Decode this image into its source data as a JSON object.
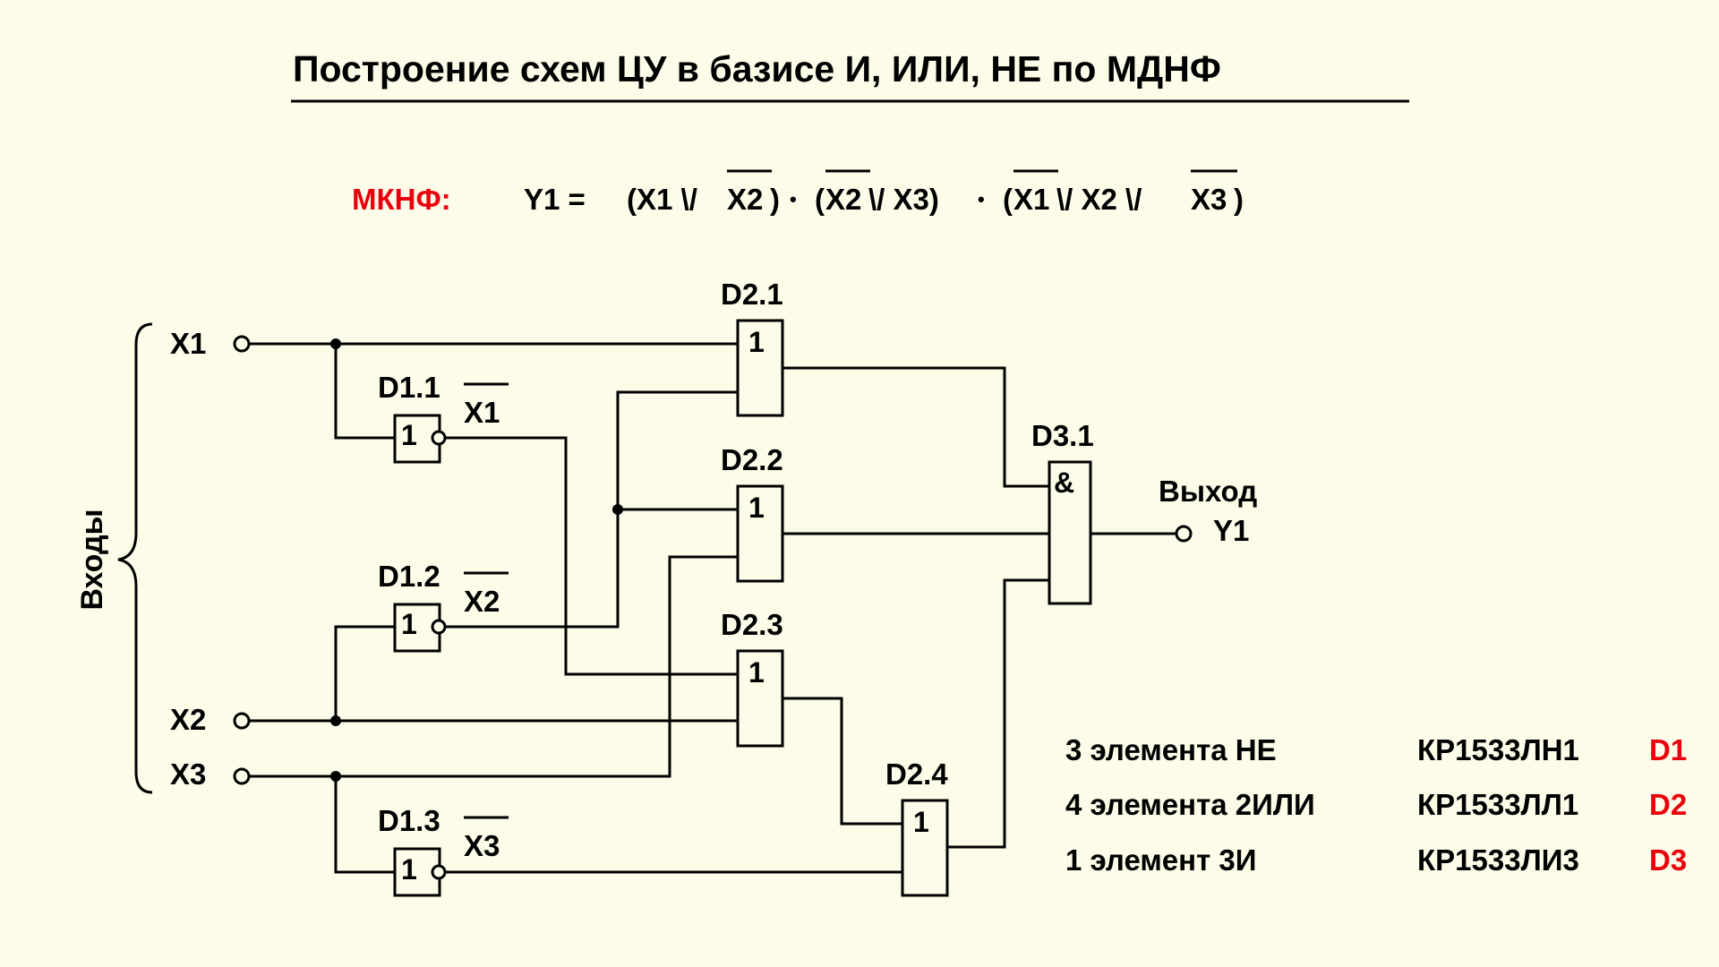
{
  "title": "Построение схем ЦУ в базисе  И, ИЛИ, НЕ  по МДНФ",
  "formula": {
    "label": "МКНФ:",
    "lhs": "Y1 =",
    "open": "(X1 \\/ ",
    "t1": "X2",
    "close1": ")",
    "dot1": "•",
    "open2": "(",
    "t2": "X2",
    "mid2": " \\/ X3)",
    "dot2": "•",
    "open3": "(",
    "t3": "X1",
    "mid3": " \\/ X2 \\/ ",
    "t4": "X3",
    "close3": ")"
  },
  "inputs": {
    "group_label": "Входы",
    "x1": "X1",
    "x2": "X2",
    "x3": "X3"
  },
  "output": {
    "label": "Выход",
    "name": "Y1"
  },
  "gates": {
    "d11": {
      "name": "D1.1",
      "symbol": "1",
      "out": "X1"
    },
    "d12": {
      "name": "D1.2",
      "symbol": "1",
      "out": "X2"
    },
    "d13": {
      "name": "D1.3",
      "symbol": "1",
      "out": "X3"
    },
    "d21": {
      "name": "D2.1",
      "symbol": "1"
    },
    "d22": {
      "name": "D2.2",
      "symbol": "1"
    },
    "d23": {
      "name": "D2.3",
      "symbol": "1"
    },
    "d24": {
      "name": "D2.4",
      "symbol": "1"
    },
    "d31": {
      "name": "D3.1",
      "symbol": "&"
    }
  },
  "legend": [
    {
      "desc": "3 элемента НЕ",
      "chip": "КР1533ЛН1",
      "ref": "D1"
    },
    {
      "desc": "4 элемента 2ИЛИ",
      "chip": "КР1533ЛЛ1",
      "ref": "D2"
    },
    {
      "desc": "1 элемент 3И",
      "chip": "КР1533ЛИ3",
      "ref": "D3"
    }
  ],
  "colors": {
    "background": "#fcfce9",
    "accent": "#e8000c",
    "ink": "#000000"
  }
}
